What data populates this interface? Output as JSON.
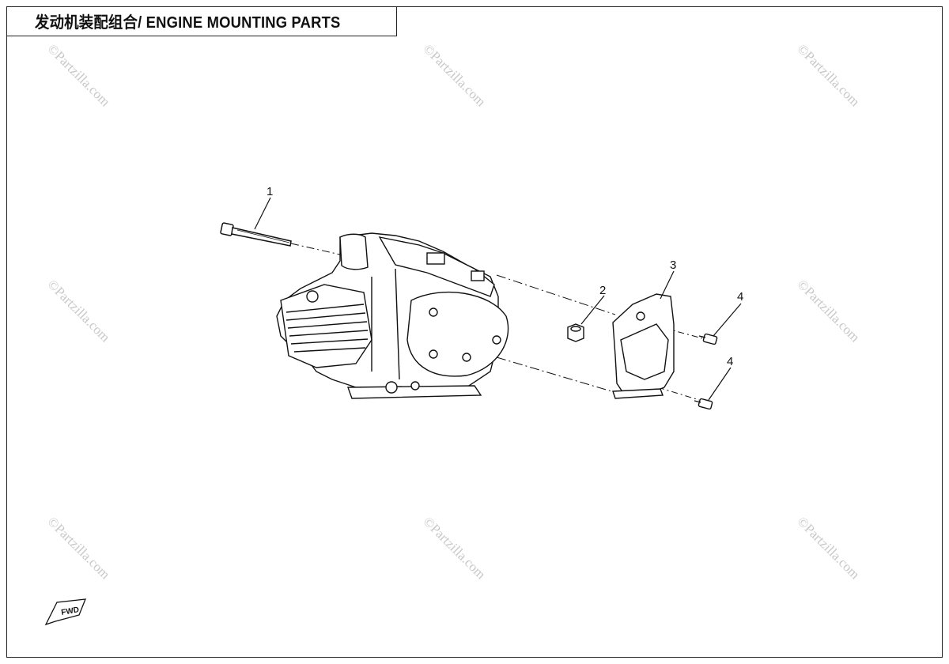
{
  "title": "发动机装配组合/ ENGINE MOUNTING PARTS",
  "watermark": "©Partzilla.com",
  "callouts": [
    "1",
    "2",
    "3",
    "4",
    "4"
  ],
  "fwd_label": "FWD"
}
